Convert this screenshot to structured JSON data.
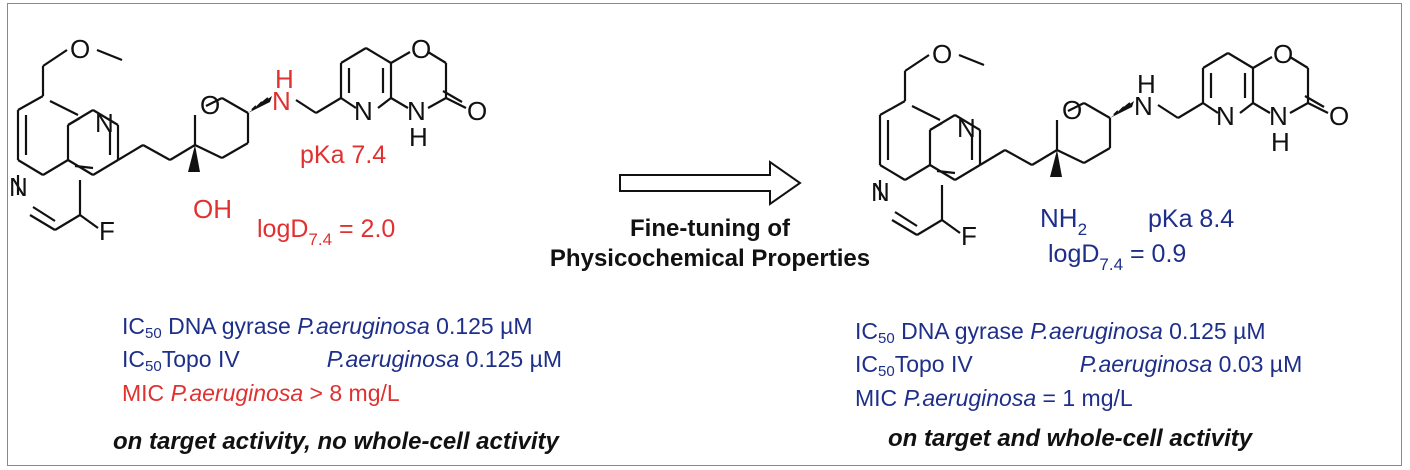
{
  "left_compound": {
    "amine_h_label": "H",
    "amine_n_label": "N",
    "pka_label": "pKa 7.4",
    "logd_prefix": "logD",
    "logd_sub": "7.4",
    "logd_value": " = 2.0",
    "alcohol_label": "OH",
    "properties": [
      {
        "prefix": "IC",
        "sub": "50",
        "assay": " DNA gyrase ",
        "organism": "P.aeruginosa",
        "value": " 0.125 µM"
      },
      {
        "prefix": "IC",
        "sub": "50",
        "assay": " Topo IV ",
        "organism": "P.aeruginosa",
        "value": " 0.125 µM"
      }
    ],
    "mic": {
      "prefix": "MIC ",
      "organism": "P.aeruginosa",
      "value": " > 8 mg/L"
    },
    "caption": "on target activity,  no whole-cell activity"
  },
  "right_compound": {
    "amine_label": "NH",
    "amine_sub": "2",
    "pka_label": "pKa 8.4",
    "logd_prefix": "logD",
    "logd_sub": "7.4",
    "logd_value": " = 0.9",
    "properties": [
      {
        "prefix": "IC",
        "sub": "50",
        "assay": " DNA gyrase ",
        "organism": "P.aeruginosa",
        "value": " 0.125 µM"
      },
      {
        "prefix": "IC",
        "sub": "50",
        "assay": " Topo IV ",
        "organism": "P.aeruginosa",
        "value": " 0.03 µM"
      }
    ],
    "mic": {
      "prefix": "MIC  ",
      "organism": "P.aeruginosa",
      "value": " = 1 mg/L"
    },
    "caption": "on target and whole-cell activity"
  },
  "transformation": {
    "line1": "Fine-tuning of",
    "line2": "Physicochemical Properties"
  },
  "atoms": {
    "N": "N",
    "O": "O",
    "F": "F",
    "H": "H"
  },
  "colors": {
    "blue": "#1e2f8a",
    "red": "#e03131",
    "black": "#111111"
  }
}
